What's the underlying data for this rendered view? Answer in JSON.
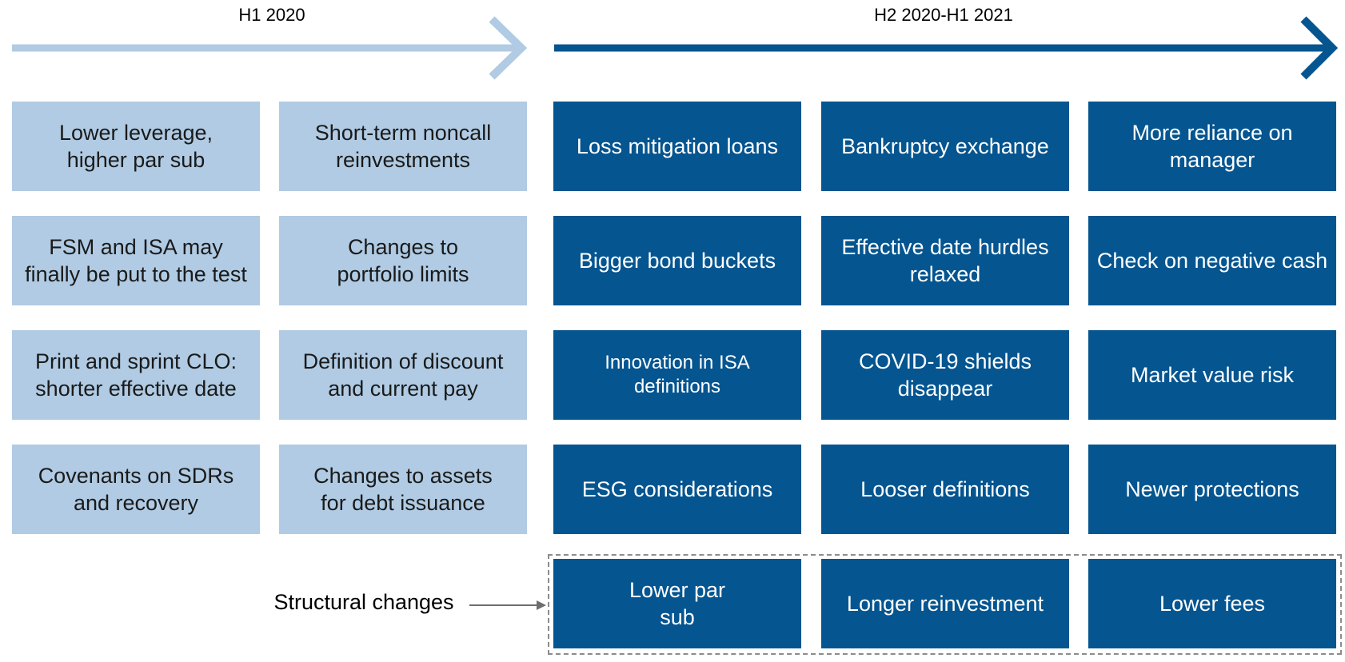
{
  "phases": {
    "phase1": "H1 2020",
    "phase2": "H2 2020-H1 2021"
  },
  "colors": {
    "light_box": "#b0cbe3",
    "dark_box": "#045590",
    "light_arrow": "#b0cbe3",
    "dark_arrow": "#045590"
  },
  "grid": {
    "row1": [
      "Lower leverage,\nhigher par sub",
      "Short-term noncall\nreinvestments",
      "Loss mitigation loans",
      "Bankruptcy exchange",
      "More reliance on\nmanager"
    ],
    "row2": [
      "FSM and ISA may\nfinally be put to the test",
      "Changes to\nportfolio limits",
      "Bigger bond buckets",
      "Effective date hurdles\nrelaxed",
      "Check on negative cash"
    ],
    "row3": [
      "Print and sprint CLO:\nshorter effective date",
      "Definition of discount\nand current pay",
      "Innovation in ISA\ndefinitions",
      "COVID-19 shields\ndisappear",
      "Market value risk"
    ],
    "row4": [
      "Covenants on SDRs\nand recovery",
      "Changes to assets\nfor debt issuance",
      "ESG considerations",
      "Looser definitions",
      "Newer protections"
    ]
  },
  "structural": {
    "label": "Structural changes",
    "items": [
      "Lower par\nsub",
      "Longer reinvestment",
      "Lower fees"
    ]
  }
}
